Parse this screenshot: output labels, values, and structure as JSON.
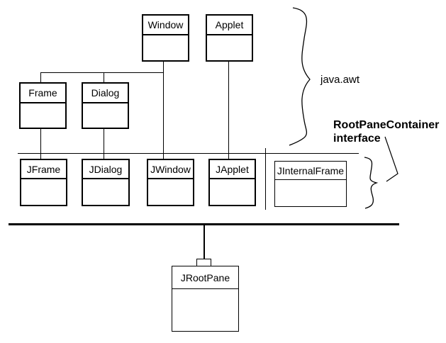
{
  "colors": {
    "ink": "#000000",
    "paper": "#ffffff"
  },
  "boxes": {
    "window": {
      "label": "Window"
    },
    "applet": {
      "label": "Applet"
    },
    "frame": {
      "label": "Frame"
    },
    "dialog": {
      "label": "Dialog"
    },
    "jframe": {
      "label": "JFrame"
    },
    "jdialog": {
      "label": "JDialog"
    },
    "jwindow": {
      "label": "JWindow"
    },
    "japplet": {
      "label": "JApplet"
    },
    "jinternalframe": {
      "label": "JInternalFrame"
    },
    "jrootpane": {
      "label": "JRootPane"
    }
  },
  "annotations": {
    "package": "java.awt",
    "interface_name": "RootPaneContainer",
    "interface_word": "interface"
  }
}
